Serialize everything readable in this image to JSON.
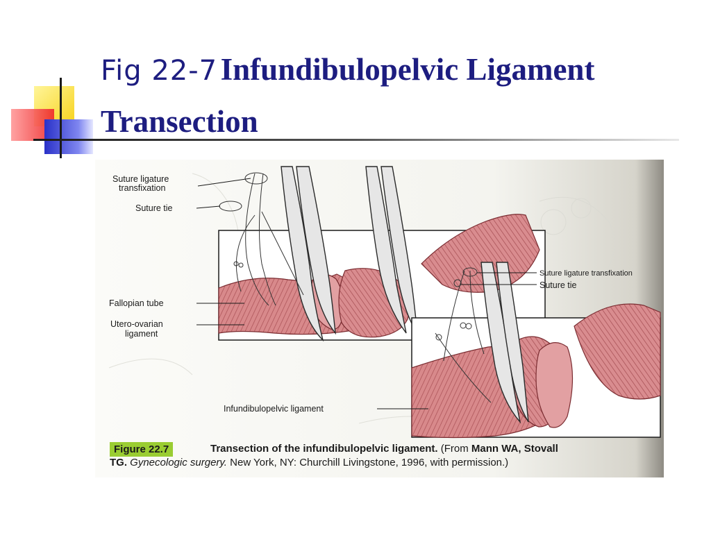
{
  "slide": {
    "title_prefix": "Fig 22-7",
    "title_bold": "Infundibulopelvic Ligament Transection"
  },
  "figure": {
    "labels": {
      "suture_ligature_left_1": "Suture ligature",
      "suture_ligature_left_2": "transfixation",
      "suture_tie_left": "Suture tie",
      "fallopian_tube": "Fallopian tube",
      "utero_ovarian_1": "Utero-ovarian",
      "utero_ovarian_2": "ligament",
      "suture_ligature_right": "Suture ligature transfixation",
      "suture_tie_right": "Suture tie",
      "infundibulopelvic": "Infundibulopelvic ligament"
    },
    "caption": {
      "tag": "Figure 22.7",
      "title": "Transection of the infundibulopelvic ligament.",
      "from": "(From",
      "authors": "Mann WA, Stovall",
      "authors_2": "TG.",
      "book": "Gynecologic surgery.",
      "publisher": "New York, NY: Churchill Livingstone, 1996, with permission.)"
    }
  },
  "colors": {
    "title": "#1d1d80",
    "tissue": "#c9777a",
    "caption_tag": "#9acd32"
  }
}
